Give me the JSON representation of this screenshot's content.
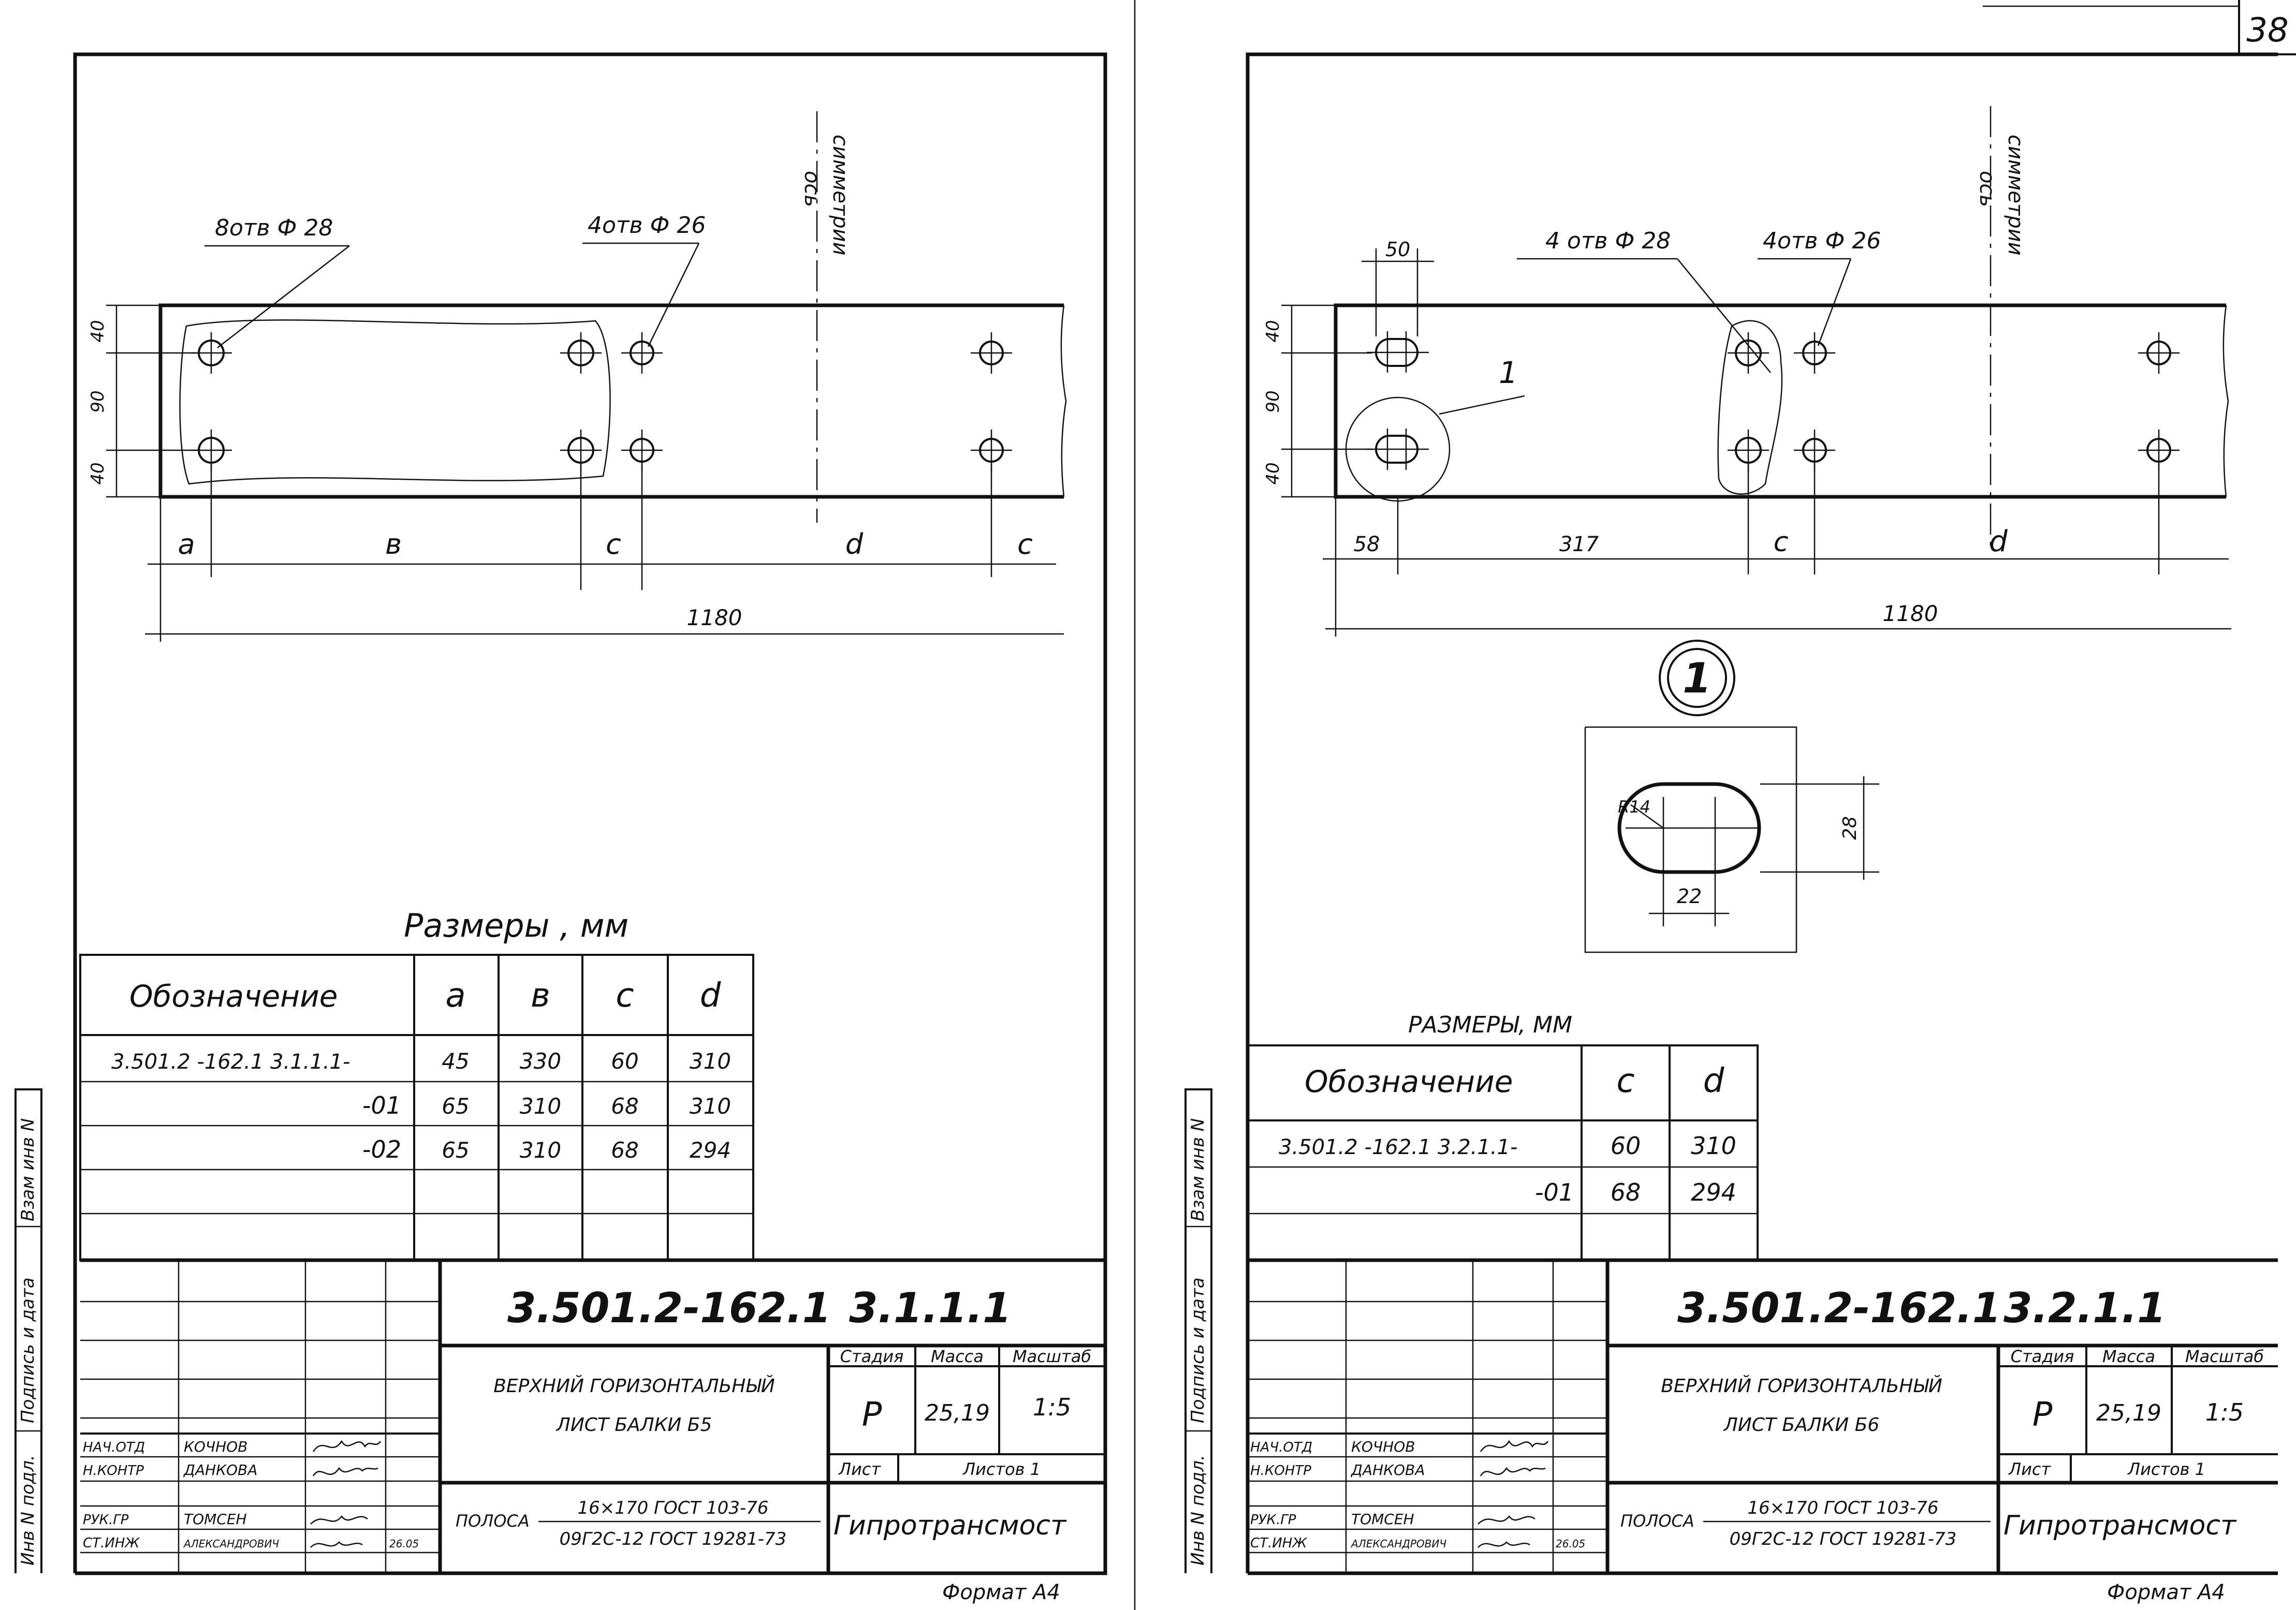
{
  "page_number": "38",
  "left_sheet": {
    "axis_label": [
      "ось",
      "симметрии"
    ],
    "hole_callouts": {
      "left": "8отв Ф 28",
      "right": "4отв Ф 26"
    },
    "vertical_dims": [
      "40",
      "90",
      "40"
    ],
    "dim_letters": [
      "a",
      "в",
      "c",
      "d",
      "c"
    ],
    "total_length": "1180",
    "table_title": "Размеры , мм",
    "table_headers": [
      "Обозначение",
      "a",
      "в",
      "c",
      "d"
    ],
    "table_rows": [
      [
        "3.501.2 -162.1 3.1.1.1-",
        "45",
        "330",
        "60",
        "310"
      ],
      [
        "-01",
        "65",
        "310",
        "68",
        "310"
      ],
      [
        "-02",
        "65",
        "310",
        "68",
        "294"
      ]
    ],
    "side_labels": [
      "Инв N подл.",
      "Подпись и дата",
      "Взам инв N"
    ],
    "doc_code": "3.501.2-162.1",
    "doc_number": "3.1.1.1",
    "title": [
      "ВЕРХНИЙ ГОРИЗОНТАЛЬНЫЙ",
      "ЛИСТ БАЛКИ Б5"
    ],
    "material": {
      "prefix": "ПОЛОСА",
      "top": "16×170 ГОСТ 103-76",
      "bottom": "09Г2С-12 ГОСТ 19281-73"
    },
    "stamp_headers": [
      "Стадия",
      "Масса",
      "Масштаб"
    ],
    "stage": "Р",
    "mass": "25,19",
    "scale": "1:5",
    "sheet_label": "Лист",
    "sheets_label": "Листов 1",
    "organization": "Гипротрансмост",
    "staff": [
      {
        "role": "НАЧ.ОТД",
        "name": "КОЧНОВ"
      },
      {
        "role": "Н.КОНТР",
        "name": "ДАНКОВА"
      },
      {
        "role": "РУК.ГР",
        "name": "ТОМСЕН"
      },
      {
        "role": "СТ.ИНЖ",
        "name": "АЛЕКСАНДРОВИЧ"
      }
    ],
    "date": "26.05",
    "format": "Формат А4"
  },
  "right_sheet": {
    "axis_label": [
      "ось",
      "симметрии"
    ],
    "hole_callouts": {
      "left": "4 отв Ф 28",
      "right": "4отв Ф 26"
    },
    "slot_width": "50",
    "detail_leader": "1",
    "vertical_dims": [
      "40",
      "90",
      "40"
    ],
    "horizontal_dims": [
      "58",
      "317",
      "c",
      "d"
    ],
    "total_length": "1180",
    "detail_marker": "1",
    "detail_dims": {
      "radius": "R14",
      "height": "28",
      "span": "22"
    },
    "table_title": "РАЗМЕРЫ, ММ",
    "table_headers": [
      "Обозначение",
      "c",
      "d"
    ],
    "table_rows": [
      [
        "3.501.2 -162.1 3.2.1.1-",
        "60",
        "310"
      ],
      [
        "-01",
        "68",
        "294"
      ]
    ],
    "side_labels": [
      "Инв N подл.",
      "Подпись и дата",
      "Взам инв N"
    ],
    "doc_code": "3.501.2-162.1",
    "doc_number": "3.2.1.1",
    "title": [
      "ВЕРХНИЙ ГОРИЗОНТАЛЬНЫЙ",
      "ЛИСТ БАЛКИ Б6"
    ],
    "material": {
      "prefix": "ПОЛОСА",
      "top": "16×170 ГОСТ 103-76",
      "bottom": "09Г2С-12 ГОСТ 19281-73"
    },
    "stamp_headers": [
      "Стадия",
      "Масса",
      "Масштаб"
    ],
    "stage": "Р",
    "mass": "25,19",
    "scale": "1:5",
    "sheet_label": "Лист",
    "sheets_label": "Листов 1",
    "organization": "Гипротрансмост",
    "staff": [
      {
        "role": "НАЧ.ОТД",
        "name": "КОЧНОВ"
      },
      {
        "role": "Н.КОНТР",
        "name": "ДАНКОВА"
      },
      {
        "role": "РУК.ГР",
        "name": "ТОМСЕН"
      },
      {
        "role": "СТ.ИНЖ",
        "name": "АЛЕКСАНДРОВИЧ"
      }
    ],
    "date": "26.05",
    "format": "Формат А4"
  }
}
